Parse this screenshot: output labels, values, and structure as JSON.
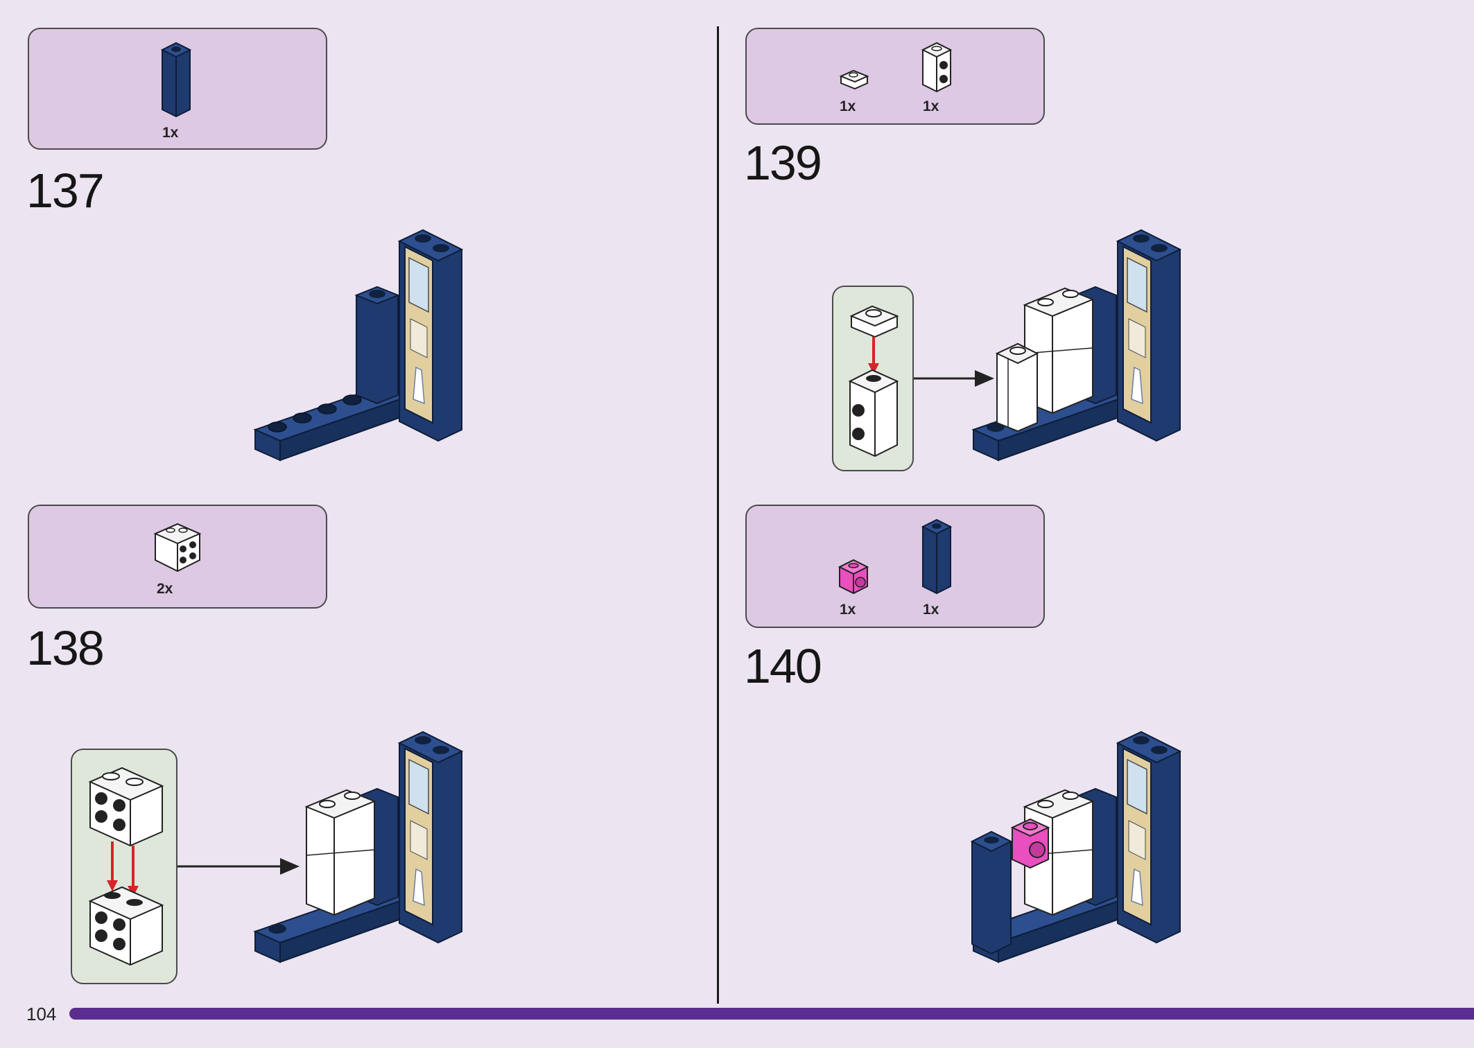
{
  "page": {
    "number": "104"
  },
  "steps": [
    {
      "number": "137",
      "parts": [
        {
          "qty": "1x",
          "icon": "navy-tall-brick-icon"
        }
      ]
    },
    {
      "number": "138",
      "parts": [
        {
          "qty": "2x",
          "icon": "white-2x2-brick-side-studs-icon"
        }
      ]
    },
    {
      "number": "139",
      "parts": [
        {
          "qty": "1x",
          "icon": "white-1x1-plate-icon"
        },
        {
          "qty": "1x",
          "icon": "white-1x1-brick-side-studs-icon"
        }
      ]
    },
    {
      "number": "140",
      "parts": [
        {
          "qty": "1x",
          "icon": "pink-1x1-brick-side-stud-icon"
        },
        {
          "qty": "1x",
          "icon": "navy-tall-brick-icon"
        }
      ]
    }
  ],
  "colors": {
    "background": "#ece4f1",
    "parts_box": "#ddc9e3",
    "sub_box": "#dfe7da",
    "navy": "#1f3a6e",
    "pink": "#e94fbf",
    "progress": "#5b2d8e",
    "arrow_red": "#d8232a"
  }
}
